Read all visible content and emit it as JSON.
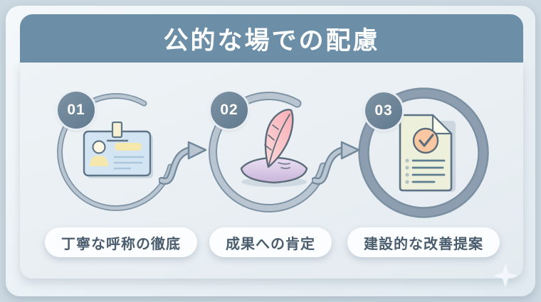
{
  "header": {
    "title": "公的な場での配慮"
  },
  "steps": [
    {
      "number": "01",
      "label": "丁寧な呼称の徹底",
      "icon": "id-card-icon"
    },
    {
      "number": "02",
      "label": "成果への肯定",
      "icon": "feather-pillow-icon"
    },
    {
      "number": "03",
      "label": "建設的な改善提案",
      "icon": "checklist-document-icon"
    }
  ],
  "decorations": {
    "sparkle": "sparkle-icon",
    "arrows": [
      "flow-arrow-1",
      "flow-arrow-2"
    ]
  },
  "colors": {
    "page_bg": "#ccd9e2",
    "frame_bg": "#eef4f7",
    "header_bg": "#6c8ea7",
    "panel_bg": "#e9eef2",
    "ring_fill": "#b9c6d1",
    "ring_outline": "#7e93a5",
    "badge_bg": "#6e8496",
    "title_text": "#ffffff",
    "label_text": "#4a5c6d",
    "pill_bg": "#fbfdfe",
    "card_icon_blue": "#d3e5f3",
    "icon_yellow": "#f6e7ac",
    "feather_pink": "#f9aeb5",
    "pillow_lavender": "#c9b5da",
    "paper_green": "#edf0da",
    "check_orange": "#f9c8a2"
  }
}
